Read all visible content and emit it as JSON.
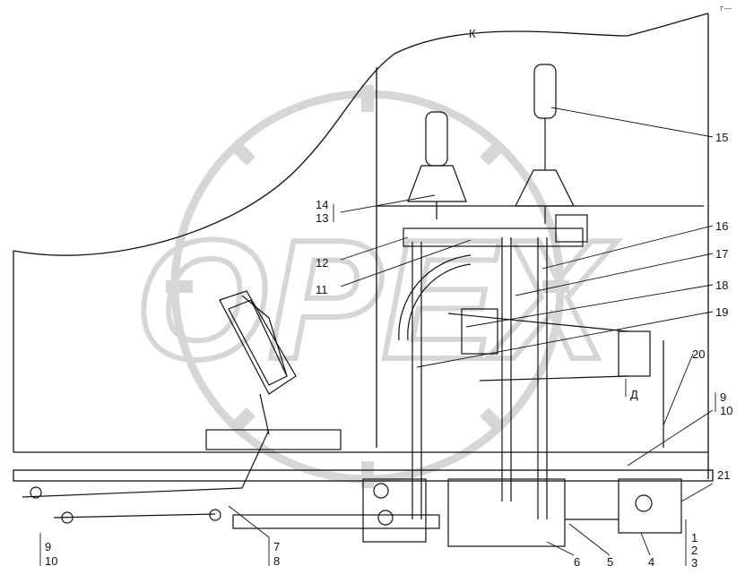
{
  "view_label": "К",
  "corner_mark": "г—",
  "watermark": "OPEX",
  "direction_marker": "Д",
  "callouts": {
    "c1": "1",
    "c2": "2",
    "c3": "3",
    "c4": "4",
    "c5": "5",
    "c6": "6",
    "c7": "7",
    "c8": "8",
    "c9": "9",
    "c10": "10",
    "c11": "11",
    "c12": "12",
    "c13": "13",
    "c14": "14",
    "c15": "15",
    "c16": "16",
    "c17": "17",
    "c18": "18",
    "c19": "19",
    "c20": "20",
    "c21": "21"
  },
  "colors": {
    "line": "#111111",
    "watermark": "#d9d9d9"
  }
}
